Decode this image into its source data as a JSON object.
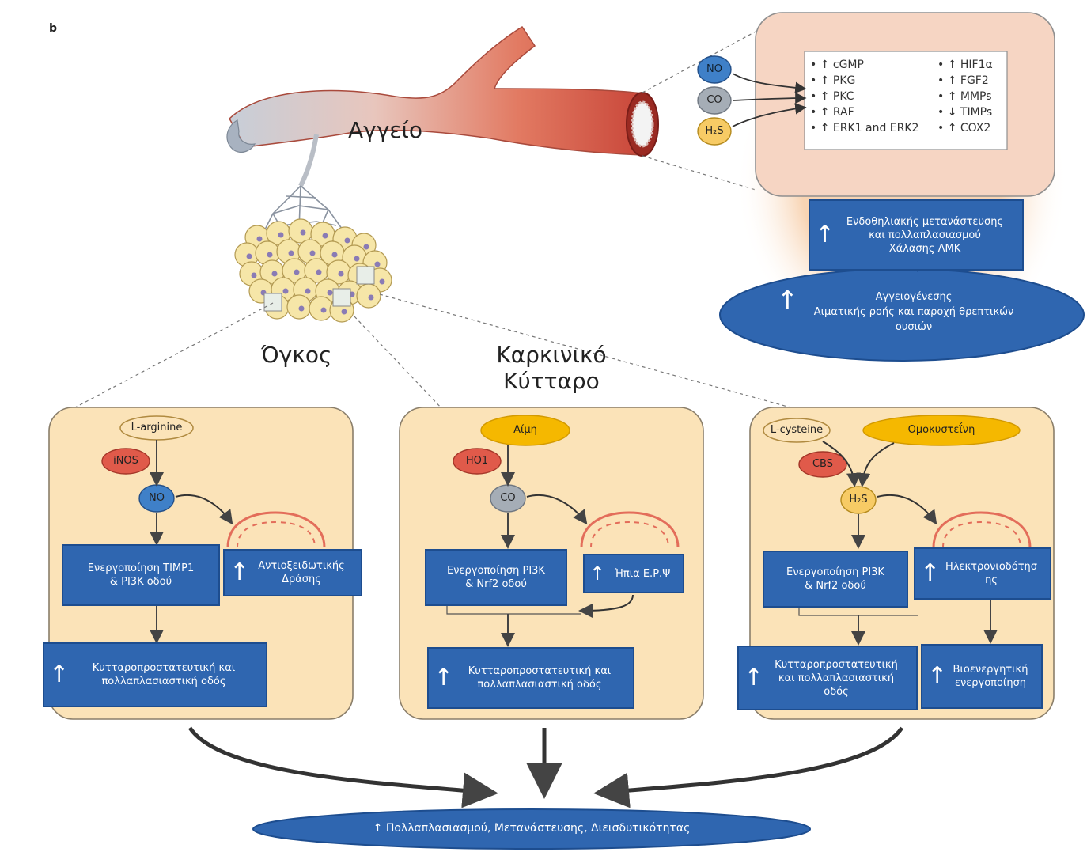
{
  "panel_letter": "b",
  "vessel_label": "Αγγείο",
  "tumor_label": "Όγκος",
  "cancer_cell_label_line1": "Καρκινικό",
  "cancer_cell_label_line2": "Κύτταρο",
  "gases": [
    "NO",
    "CO",
    "H₂S"
  ],
  "signaling_left": [
    "• ↑ cGMP",
    "• ↑ PKG",
    "• ↑ PKC",
    "• ↑ RAF",
    "• ↑ ERK1 and ERK2"
  ],
  "signaling_right": [
    "• ↑ HIF1α",
    "• ↑ FGF2",
    "• ↑ MMPs",
    "• ↓ TIMPs",
    "• ↑ COX2"
  ],
  "endothelial_box": "Ενδοθηλιακής μετανάστευσης\nκαι πολλαπλασιασμού\nΧάλασης ΛΜΚ",
  "angiogenesis_ellipse": "Αγγειογένεσης\nΑιματικής ροής και παροχή θρεπτικών\nουσιών",
  "panel_no": {
    "substrate": "L-arginine",
    "enzyme": "iNOS",
    "gas": "NO",
    "activation": "Ενεργοποίηση TIMP1\n& PI3K οδού",
    "side": "Αντιοξειδωτικής\nΔράσης",
    "outcome": "Κυτταροπροστατευτική και\nπολλαπλασιαστική οδός"
  },
  "panel_co": {
    "substrate": "Αίμη",
    "enzyme": "HO1",
    "gas": "CO",
    "activation": "Ενεργοποίηση PI3K\n& Nrf2 οδού",
    "side": "Ήπια Ε.Ρ.Ψ",
    "outcome": "Κυτταροπροστατευτική και\nπολλαπλασιαστική οδός"
  },
  "panel_h2s": {
    "substrate": "L-cysteine",
    "substrate2": "Ομοκυστεΐνη",
    "enzyme": "CBS",
    "gas": "H₂S",
    "activation": "Ενεργοποίηση PI3K\n& Nrf2 οδού",
    "side": "Ηλεκτρονιοδότησ\nης",
    "outcome": "Κυτταροπροστατευτική\nκαι πολλαπλασιαστική\nοδός",
    "outcome2": "Βιοενεργητική\nενεργοποίηση"
  },
  "final_ellipse": "↑  Πολλαπλασιασμού, Μετανάστευσης, Διεισδυτικότητας",
  "up_arrow": "↑",
  "colors": {
    "box_blue": "#2f66b0",
    "panel_fill": "#fbe3b8",
    "panel_border": "#8a7e6a",
    "enzyme_red": "#e05a4a",
    "gas_no": "#3f80c8",
    "gas_co": "#a5adb6",
    "gas_h2s": "#f7cb65",
    "heme_orange": "#f5b800"
  }
}
